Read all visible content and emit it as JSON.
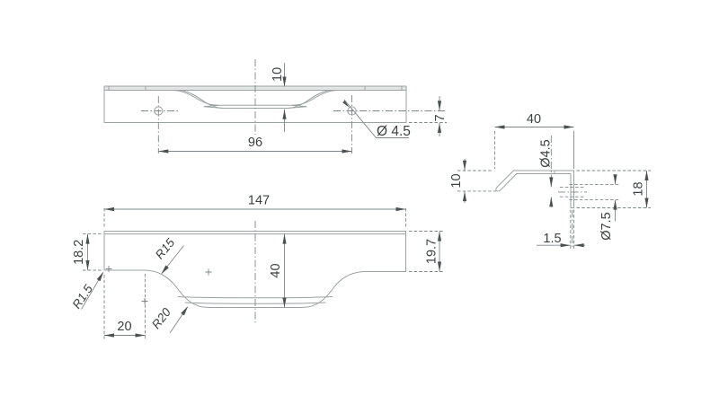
{
  "drawing": {
    "title": "edge pull handle technical drawing - three views",
    "colors": {
      "background": "#ffffff",
      "outline": "#9aa1a1",
      "dimension": "#7e8787",
      "text": "#3b4141",
      "arrow": "#4a5151",
      "band_fill": "#e4e6e6"
    },
    "views": {
      "front": {
        "recess_depth": "10",
        "hole_spacing": "96",
        "hole_diameter": "Ø 4.5",
        "hole_offset": "7"
      },
      "plan": {
        "total_length": "147",
        "left_end_height": "18.2",
        "right_end_height": "19.7",
        "recess_width": "40",
        "end_segment": "20",
        "radius_r15": "R15",
        "radius_r20": "R20",
        "corner_radius": "R1.5"
      },
      "side": {
        "top_width": "40",
        "screw_hole": "Ø4.5",
        "front_lip_drop": "10",
        "leg_height": "18",
        "counterbore": "Ø7.5",
        "leg_thickness": "1.5"
      }
    }
  }
}
